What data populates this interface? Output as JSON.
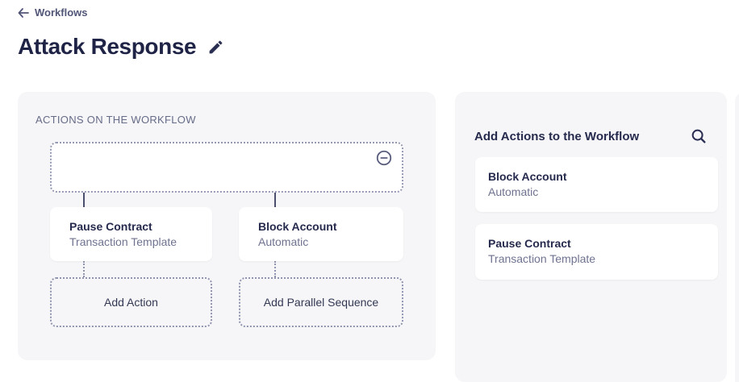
{
  "header": {
    "breadcrumb": "Workflows",
    "title": "Attack Response"
  },
  "workflow_panel": {
    "label": "ACTIONS ON THE WORKFLOW",
    "nodes": [
      {
        "title": "Pause Contract",
        "subtitle": "Transaction Template"
      },
      {
        "title": "Block Account",
        "subtitle": "Automatic"
      }
    ],
    "slots": [
      {
        "label": "Add Action"
      },
      {
        "label": "Add Parallel Sequence"
      }
    ]
  },
  "actions_panel": {
    "title": "Add Actions to the Workflow",
    "items": [
      {
        "title": "Block Account",
        "subtitle": "Automatic"
      },
      {
        "title": "Pause Contract",
        "subtitle": "Transaction Template"
      }
    ]
  },
  "colors": {
    "panel_bg": "#f6f6f8",
    "navy_text": "#262a4d",
    "secondary_text": "#6f7390",
    "dotted_border": "#9094ae",
    "connector": "#4a4f6d"
  }
}
